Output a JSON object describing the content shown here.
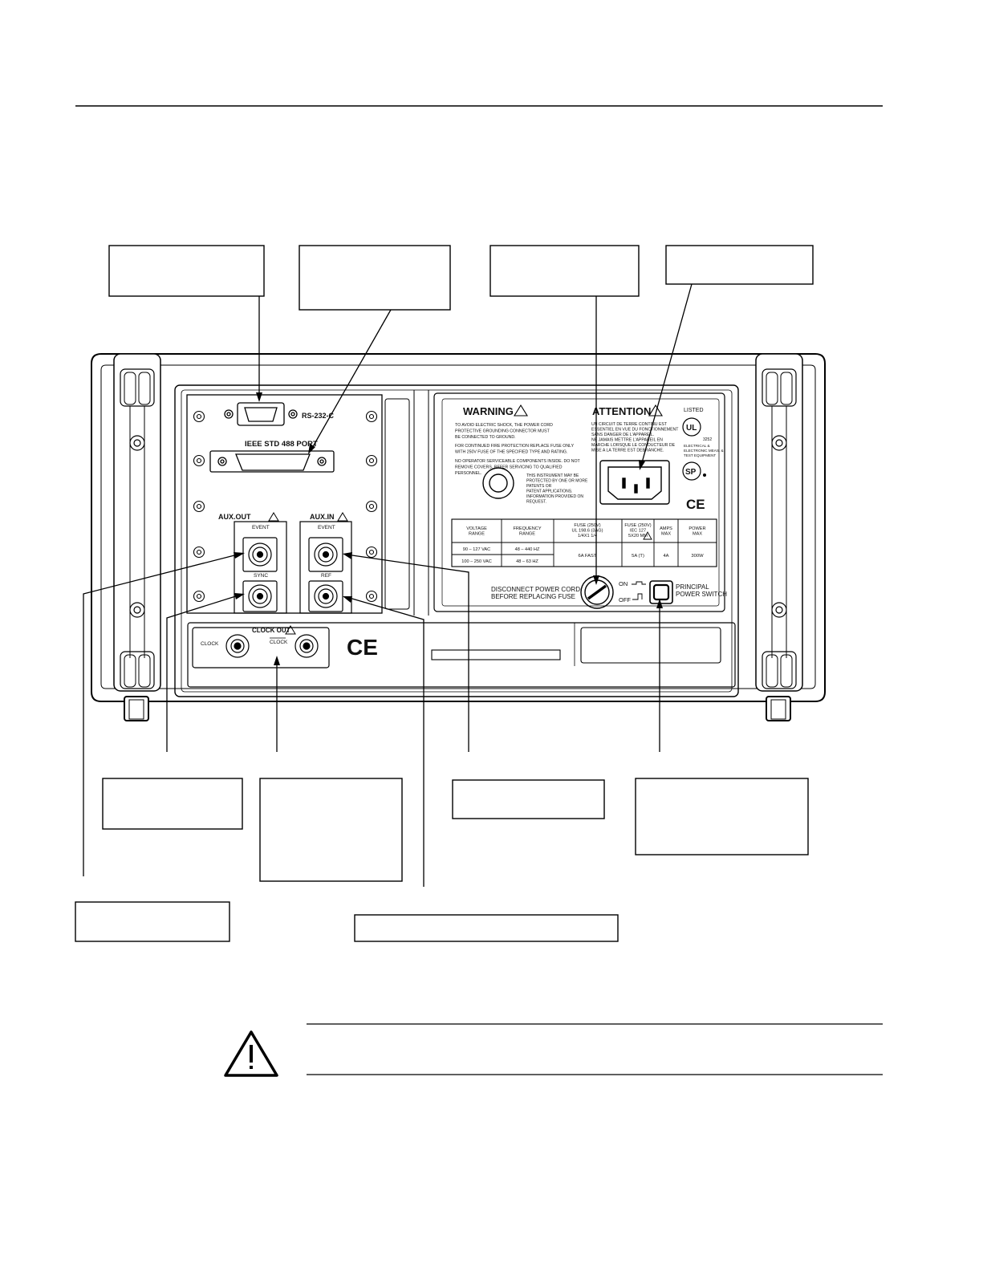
{
  "panel_labels": {
    "rs232": "RS-232-C",
    "ieee": "IEEE STD 488 PORT",
    "aux_out": "AUX.OUT",
    "aux_in": "AUX.IN",
    "event": "EVENT",
    "sync": "SYNC",
    "ref": "REF",
    "clock_out": "CLOCK OUT",
    "clock": "CLOCK",
    "clock_bar": "CLOCK",
    "ce": "CE"
  },
  "warning_label": {
    "title": "WARNING",
    "lines": [
      "TO AVOID ELECTRIC SHOCK, THE POWER CORD",
      "PROTECTIVE GROUNDING CONNECTOR MUST",
      "BE CONNECTED TO GROUND.",
      "FOR CONTINUED FIRE PROTECTION REPLACE FUSE ONLY",
      "WITH 250V FUSE OF THE SPECIFIED TYPE AND RATING.",
      "NO OPERATOR SERVICEABLE COMPONENTS INSIDE. DO NOT",
      "REMOVE COVERS. REFER SERVICING TO QUALIFIED",
      "PERSONNEL."
    ],
    "patent_lines": [
      "THIS INSTRUMENT MAY BE",
      "PROTECTED BY ONE OR MORE",
      "PATENTS OR",
      "PATENT APPLICATIONS.",
      "INFORMATION PROVIDED ON",
      "REQUEST."
    ]
  },
  "attention_label": {
    "title": "ATTENTION",
    "lines": [
      "UN CIRCUIT DE TERRE CONTINU EST",
      "ESSENTIEL EN VUE DU FONCTIONNEMENT",
      "SANS DANGER DE L'APPAREIL.",
      "NE JAMAIS METTRE L'APPAREIL EN",
      "MARCHE LORSQUE LE CONDUCTEUR DE",
      "MISE A LA TERRE EST DEBRANCHE."
    ]
  },
  "listing": {
    "listed": "LISTED",
    "ul": "UL",
    "number": "3252",
    "lines": [
      "ELECTRICAL &",
      "ELECTRONIC MEAS. &",
      "TEST EQUIPMENT"
    ],
    "csa": "SP",
    "ce": "CE"
  },
  "ratings_table": {
    "headers": [
      [
        "VOLTAGE",
        "RANGE"
      ],
      [
        "FREQUENCY",
        "RANGE"
      ],
      [
        "FUSE (250V)",
        "UL 198.6 (3AG)",
        "1/4X1 1/4"
      ],
      [
        "FUSE (250V)",
        "IEC 127",
        "5X20 MM"
      ],
      [
        "AMPS",
        "MAX"
      ],
      [
        "POWER",
        "MAX"
      ]
    ],
    "row1": [
      "90 – 127 VAC",
      "48 – 440 HZ"
    ],
    "row2": [
      "100 – 250 VAC",
      "48 – 63 HZ"
    ],
    "merged": [
      "6A FAST",
      "5A (T)",
      "4A",
      "300W"
    ]
  },
  "fuse_note": [
    "DISCONNECT POWER CORD",
    "BEFORE REPLACING FUSE"
  ],
  "switch": {
    "on": "ON",
    "off": "OFF",
    "label": [
      "PRINCIPAL",
      "POWER SWITCH"
    ]
  }
}
